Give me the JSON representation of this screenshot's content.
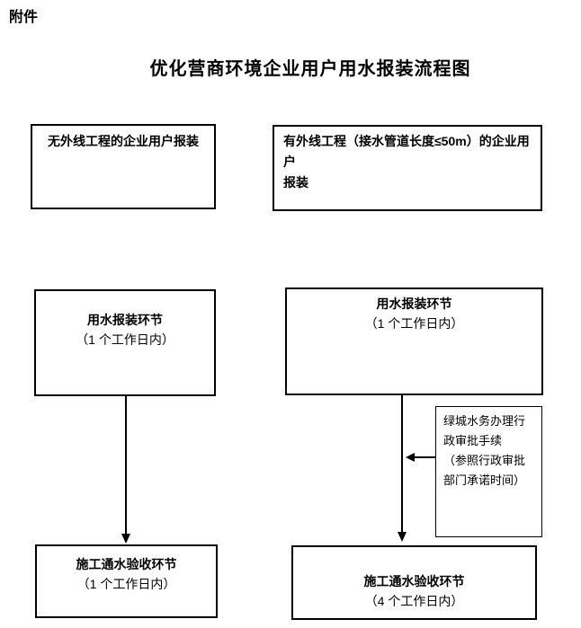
{
  "page": {
    "attachment_label": "附件",
    "title": "优化营商环境企业用户用水报装流程图"
  },
  "flowchart": {
    "no_external_branch": {
      "start": "无外线工程的企业用户报装",
      "apply": {
        "title": "用水报装环节",
        "duration": "（1 个工作日内）"
      },
      "acceptance": {
        "title": "施工通水验收环节",
        "duration": "（1 个工作日内）"
      }
    },
    "external_branch": {
      "start_lines": [
        "有外线工程（接水管道长度≤50m）的企业用户",
        "报装"
      ],
      "apply": {
        "title": "用水报装环节",
        "duration": "（1 个工作日内）"
      },
      "side_note_lines": [
        "绿城水务办理行",
        "政审批手续",
        "（参照行政审批",
        "部门承诺时间）"
      ],
      "acceptance": {
        "title": "施工通水验收环节",
        "duration": "（4 个工作日内）"
      }
    }
  }
}
